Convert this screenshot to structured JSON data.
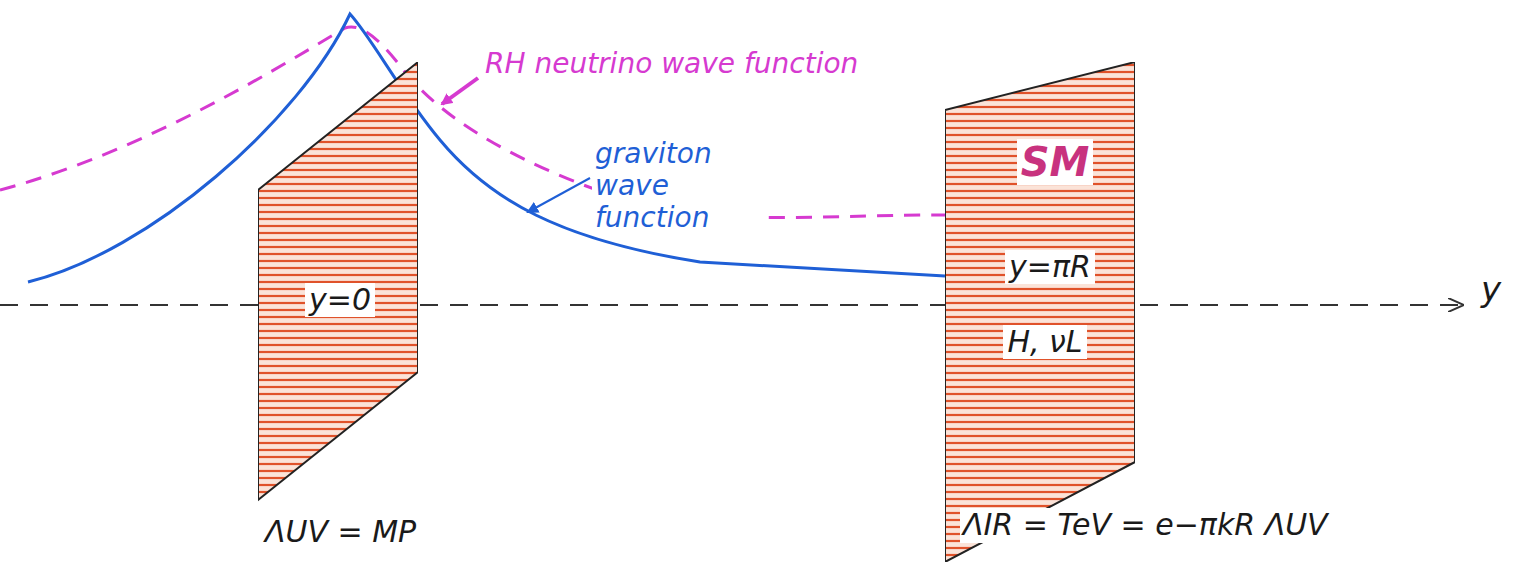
{
  "diagram": {
    "nodes": [
      {
        "text": [
          "y=0"
        ]
      },
      {
        "text": [
          "SM",
          "y=πR",
          "H, νL"
        ]
      }
    ],
    "labels": [
      "RH neutrino wave function",
      "graviton wave function",
      "y",
      "ΛUV = MP",
      "ΛIR = TeV = e−πkR ΛUV"
    ]
  }
}
